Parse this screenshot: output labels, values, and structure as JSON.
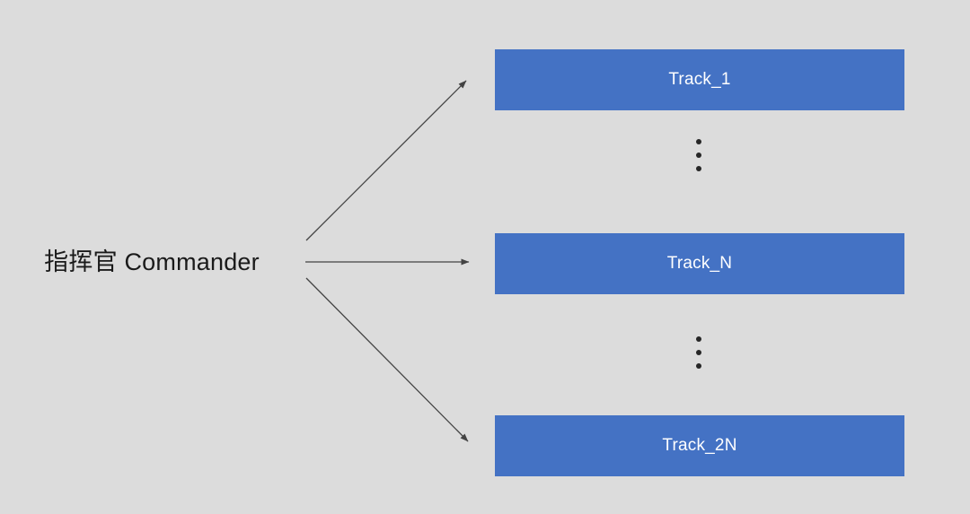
{
  "diagram": {
    "background_color": "#dcdcdc",
    "node_fill_color": "#4472c4",
    "node_text_color": "#ffffff",
    "edge_color": "#434343",
    "commander": {
      "label": "指挥官 Commander"
    },
    "tracks": [
      {
        "id": "track-1",
        "label": "Track_1"
      },
      {
        "id": "track-n",
        "label": "Track_N"
      },
      {
        "id": "track-2n",
        "label": "Track_2N"
      }
    ],
    "ellipses": [
      {
        "id": "ellipsis-upper",
        "label": "⋮"
      },
      {
        "id": "ellipsis-lower",
        "label": "⋮"
      }
    ],
    "edges": [
      {
        "id": "edge-commander-to-track-1",
        "from": "commander",
        "to": "track-1"
      },
      {
        "id": "edge-commander-to-track-n",
        "from": "commander",
        "to": "track-n"
      },
      {
        "id": "edge-commander-to-track-2n",
        "from": "commander",
        "to": "track-2n"
      }
    ]
  }
}
